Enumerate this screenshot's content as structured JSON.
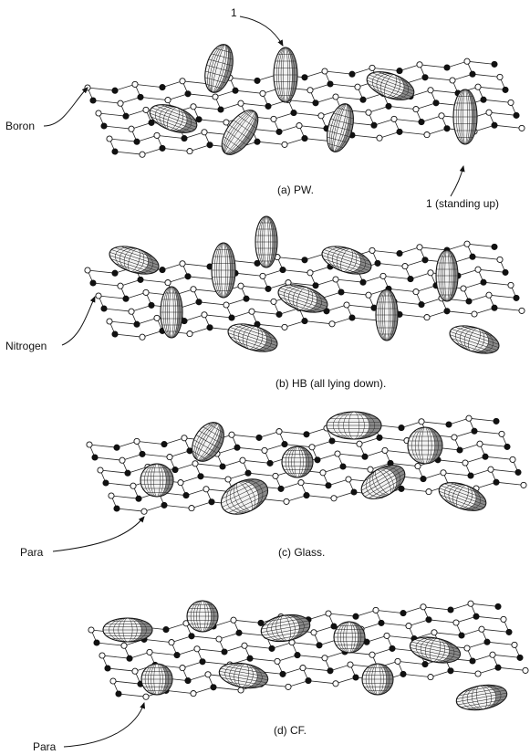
{
  "panels": [
    {
      "id": "a",
      "caption": "(a) PW.",
      "labels": [
        {
          "key": "boron",
          "text": "Boron"
        },
        {
          "key": "one",
          "text": "1"
        },
        {
          "key": "standing",
          "text": "1 (standing up)"
        }
      ]
    },
    {
      "id": "b",
      "caption": "(b) HB (all lying down).",
      "labels": [
        {
          "key": "nitrogen",
          "text": "Nitrogen"
        }
      ]
    },
    {
      "id": "c",
      "caption": "(c) Glass.",
      "labels": [
        {
          "key": "para",
          "text": "Para"
        }
      ]
    },
    {
      "id": "d",
      "caption": "(d) CF.",
      "labels": [
        {
          "key": "para",
          "text": "Para"
        }
      ]
    }
  ],
  "colors": {
    "boron_atom": "#ffffff",
    "nitrogen_atom": "#111111",
    "molecule_fill": "#f2f2f2",
    "line": "#111111"
  }
}
